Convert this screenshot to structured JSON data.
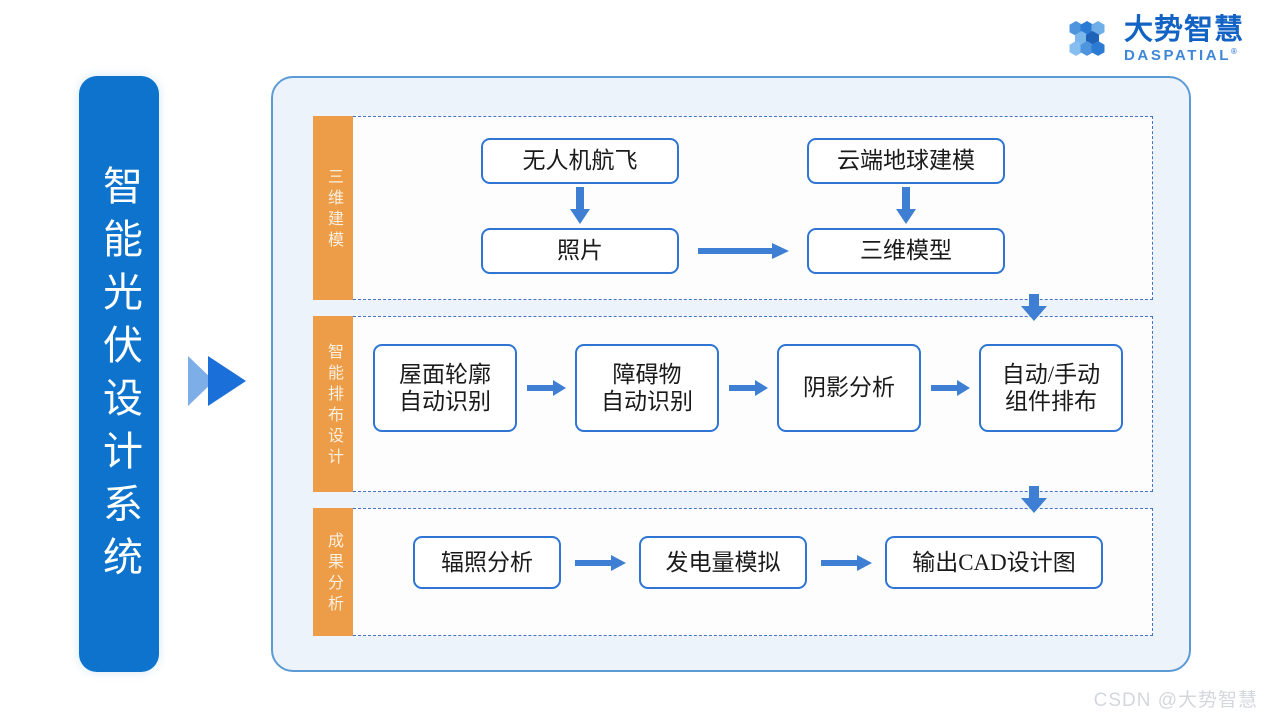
{
  "brand": {
    "logo_icon": "hexagon-cluster-icon",
    "name_cn": "大势智慧",
    "name_en": "DASPATIAL",
    "trademark": "®"
  },
  "title_bar": {
    "text": "智能光伏设计系统",
    "color": "#0D73CC"
  },
  "enter_arrow": {
    "icon": "double-triangle-right-icon",
    "color_front": "#1B6FD8",
    "color_back": "#7EAEE8"
  },
  "panel": {
    "border_color": "#5B9BD5",
    "background": "#EDF3FB"
  },
  "colors": {
    "stage_label_bg": "#ED9C47",
    "stage_label_text": "#FDF0E0",
    "node_border": "#2E75D4",
    "arrow": "#3E7FD4",
    "dashed_border": "#4472C4"
  },
  "rows": [
    {
      "id": "modeling",
      "label": "三维建模",
      "nodes": [
        {
          "id": "drone",
          "text": "无人机航飞"
        },
        {
          "id": "photo",
          "text": "照片"
        },
        {
          "id": "cloud",
          "text": "云端地球建模"
        },
        {
          "id": "model3d",
          "text": "三维模型"
        }
      ]
    },
    {
      "id": "layout",
      "label": "智能排布设计",
      "nodes": [
        {
          "id": "roof",
          "text": "屋面轮廓\n自动识别"
        },
        {
          "id": "obstacle",
          "text": "障碍物\n自动识别"
        },
        {
          "id": "shadow",
          "text": "阴影分析"
        },
        {
          "id": "arrange",
          "text": "自动/手动\n组件排布"
        }
      ]
    },
    {
      "id": "results",
      "label": "成果分析",
      "nodes": [
        {
          "id": "irradiance",
          "text": "辐照分析"
        },
        {
          "id": "power",
          "text": "发电量模拟"
        },
        {
          "id": "cad",
          "text": "输出CAD设计图"
        }
      ]
    }
  ],
  "watermark": {
    "text": "CSDN @大势智慧"
  }
}
